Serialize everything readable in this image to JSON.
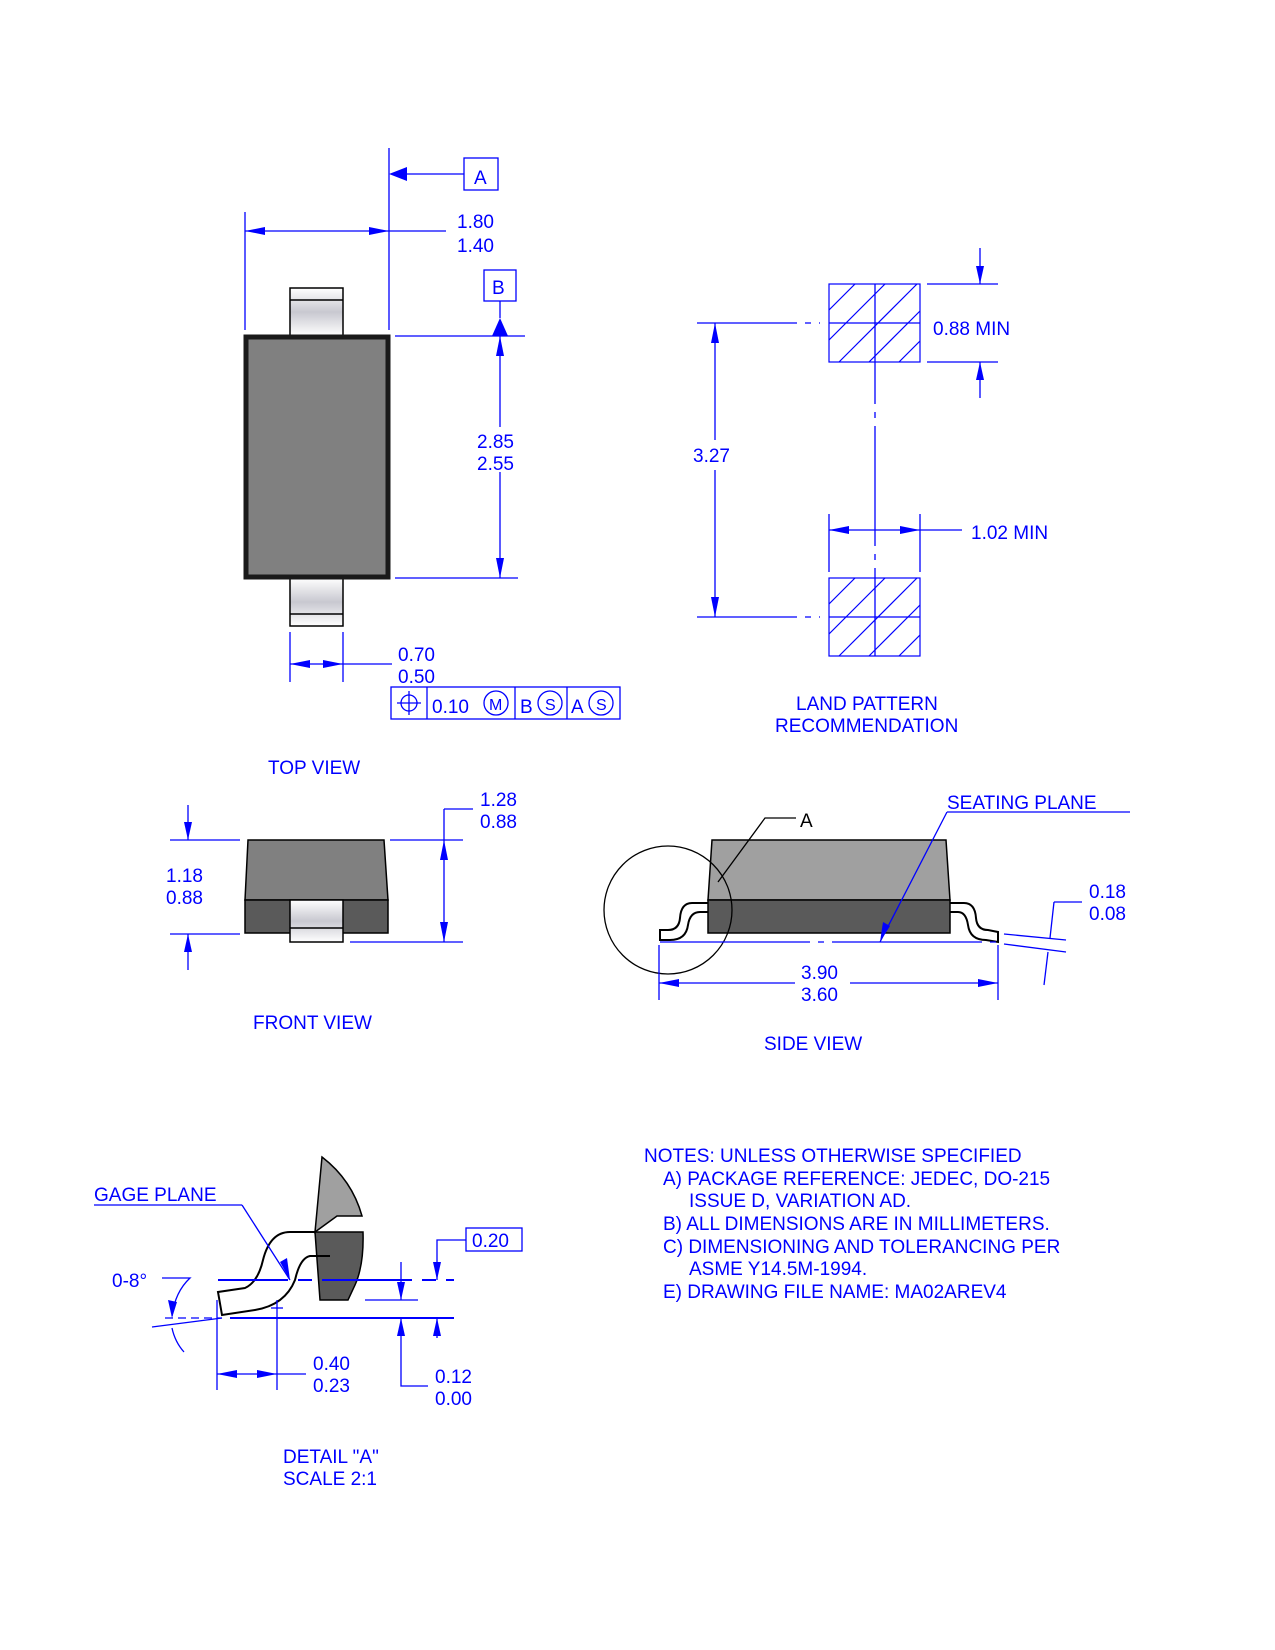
{
  "top_view": {
    "title": "TOP VIEW",
    "datum_a": "A",
    "datum_b": "B",
    "width_max": "1.80",
    "width_min": "1.40",
    "length_max": "2.85",
    "length_min": "2.55",
    "lead_max": "0.70",
    "lead_min": "0.50",
    "fcf": {
      "tolerance": "0.10",
      "modifier": "M",
      "datum1": "B",
      "datum1_mod": "S",
      "datum2": "A",
      "datum2_mod": "S"
    }
  },
  "land_pattern": {
    "title_line1": "LAND PATTERN",
    "title_line2": "RECOMMENDATION",
    "pad_length": "0.88 MIN",
    "span": "3.27",
    "pad_width": "1.02 MIN"
  },
  "front_view": {
    "title": "FRONT  VIEW",
    "height_max": "1.28",
    "height_min": "0.88",
    "body_max": "1.18",
    "body_min": "0.88"
  },
  "side_view": {
    "title": "SIDE VIEW",
    "seating_plane": "SEATING PLANE",
    "detail_ref": "A",
    "lead_thk_max": "0.18",
    "lead_thk_min": "0.08",
    "overall_max": "3.90",
    "overall_min": "3.60"
  },
  "detail_a": {
    "title_line1": "DETAIL \"A\"",
    "title_line2": "SCALE 2:1",
    "gage_plane": "GAGE PLANE",
    "angle": "0-8°",
    "gage_height": "0.20",
    "foot_max": "0.40",
    "foot_min": "0.23",
    "standoff_max": "0.12",
    "standoff_min": "0.00"
  },
  "notes": [
    "NOTES: UNLESS OTHERWISE SPECIFIED",
    "A)  PACKAGE REFERENCE: JEDEC, DO-215",
    "ISSUE D, VARIATION AD.",
    "B)  ALL DIMENSIONS ARE IN MILLIMETERS.",
    "C)  DIMENSIONING AND TOLERANCING PER",
    "ASME Y14.5M-1994.",
    "E)  DRAWING FILE NAME: MA02AREV4"
  ],
  "colors": {
    "dimension": "#0000ff",
    "body_top": "#808080",
    "body_dark": "#5a5a5a",
    "body_light": "#a0a0a0"
  }
}
